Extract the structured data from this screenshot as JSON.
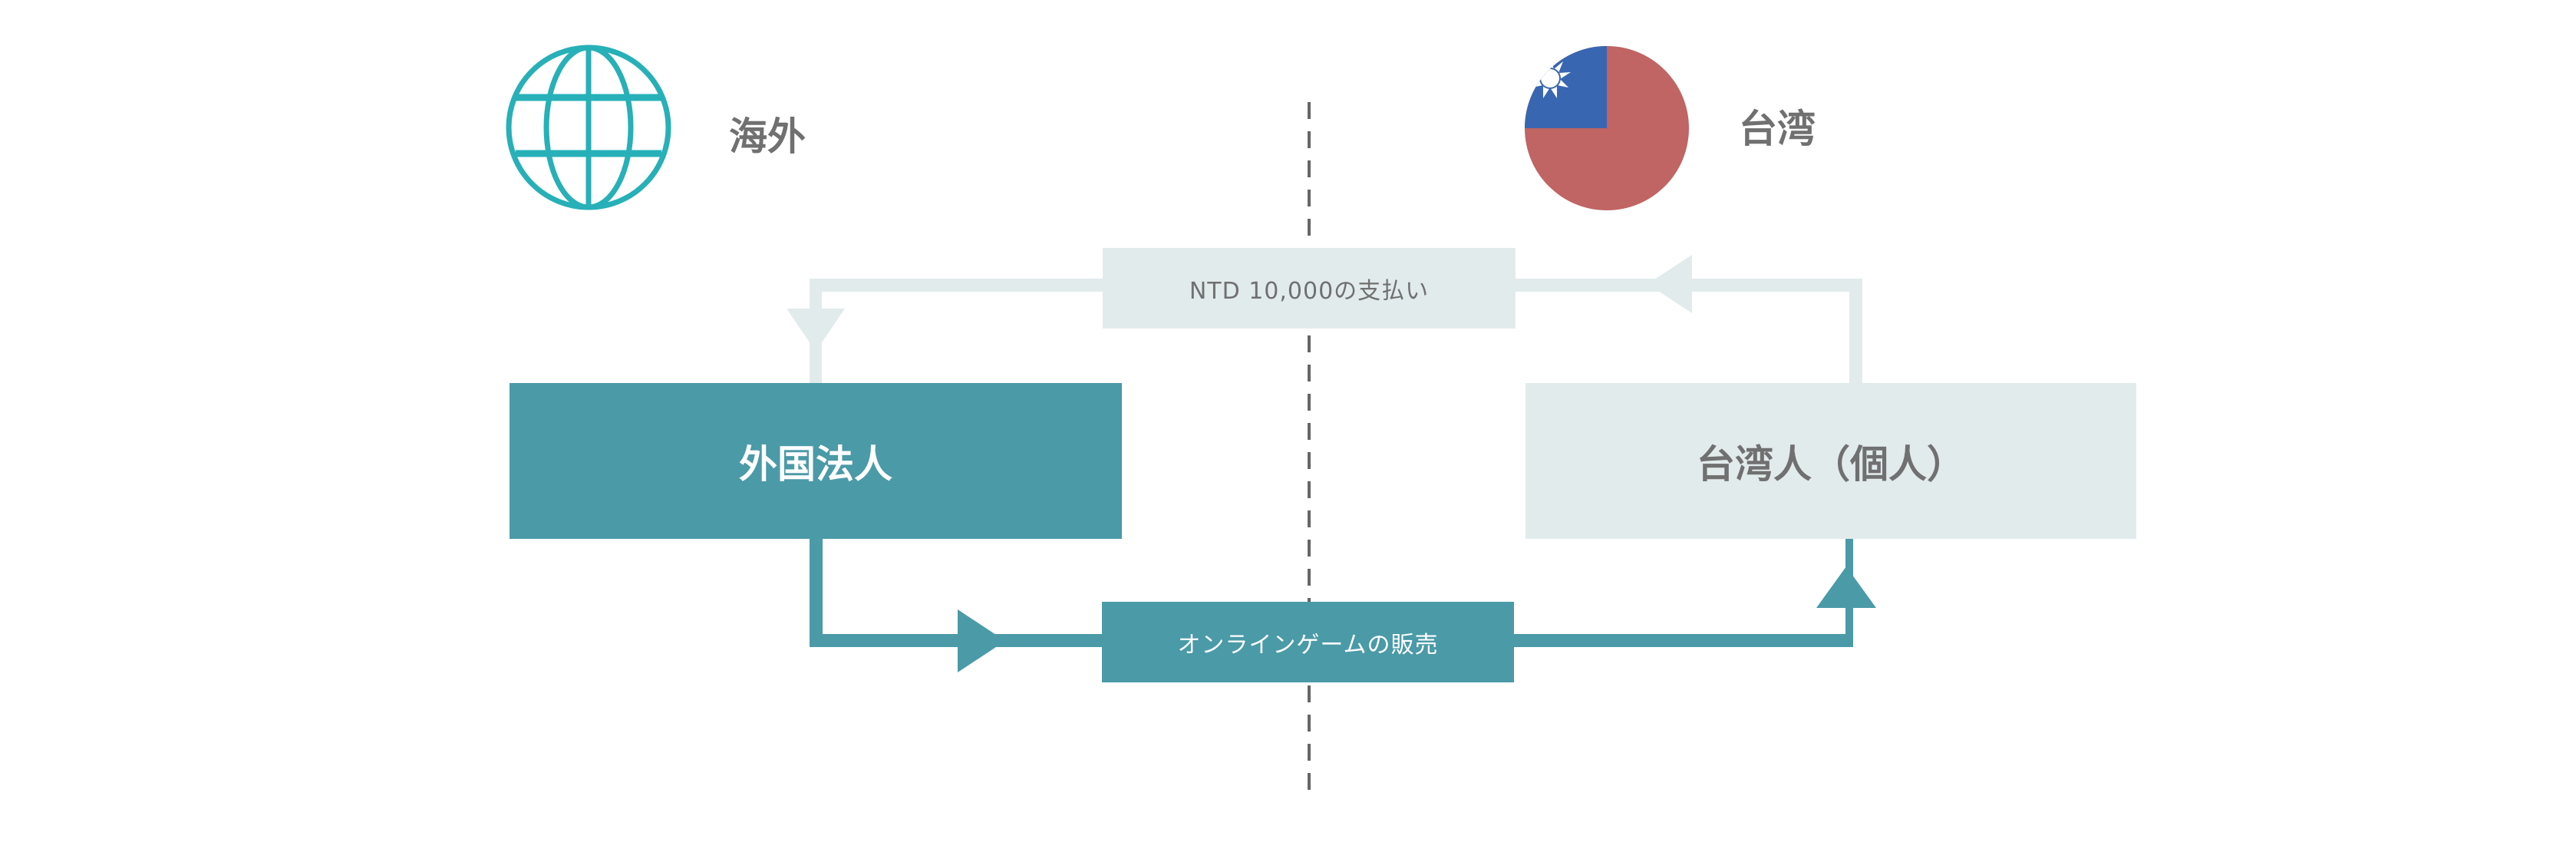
{
  "regions": {
    "overseas": "海外",
    "taiwan": "台湾"
  },
  "entities": {
    "foreign_corp": "外国法人",
    "taiwan_individual": "台湾人（個人）"
  },
  "flows": {
    "payment": "NTD 10,000の支払い",
    "sale": "オンラインゲームの販売"
  },
  "colors": {
    "teal": "#4a9aa8",
    "light": "#e2ebec",
    "globe": "#27b0b8",
    "flag_blue": "#3866b1",
    "flag_red": "#c06464",
    "text_gray": "#707070",
    "divider": "#666666"
  },
  "icons": {
    "overseas": "globe-icon",
    "taiwan": "taiwan-flag-icon"
  }
}
